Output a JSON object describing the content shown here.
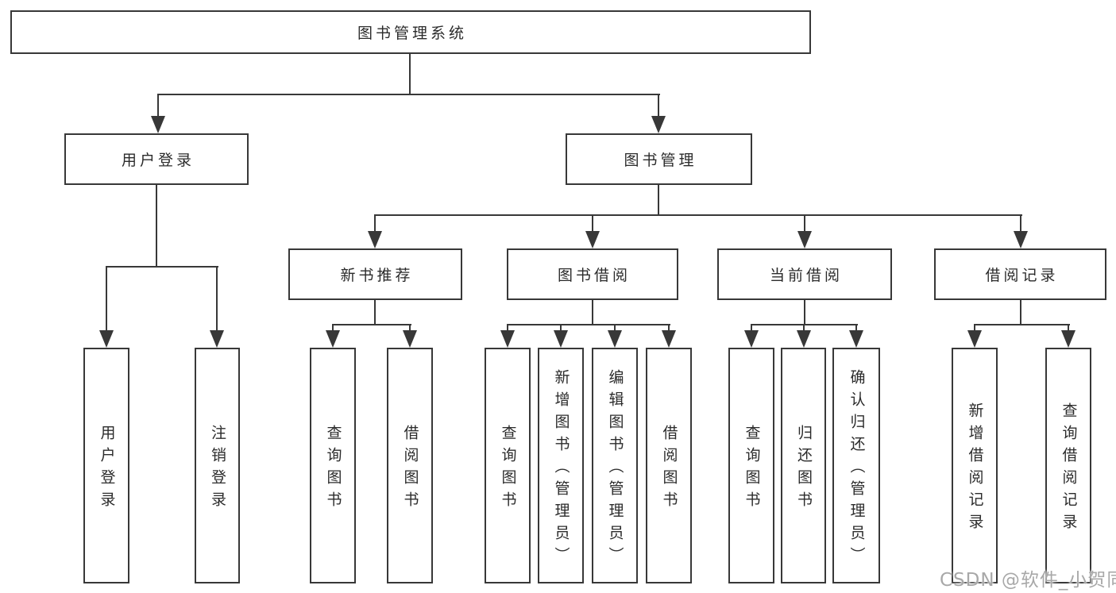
{
  "diagram": {
    "root": {
      "label": "图书管理系统",
      "children": [
        {
          "label": "用户登录",
          "children": [
            {
              "label": "用户登录"
            },
            {
              "label": "注销登录"
            }
          ]
        },
        {
          "label": "图书管理",
          "children": [
            {
              "label": "新书推荐",
              "children": [
                {
                  "label": "查询图书"
                },
                {
                  "label": "借阅图书"
                }
              ]
            },
            {
              "label": "图书借阅",
              "children": [
                {
                  "label": "查询图书"
                },
                {
                  "label": "新增图书（管理员）"
                },
                {
                  "label": "编辑图书（管理员）"
                },
                {
                  "label": "借阅图书"
                }
              ]
            },
            {
              "label": "当前借阅",
              "children": [
                {
                  "label": "查询图书"
                },
                {
                  "label": "归还图书"
                },
                {
                  "label": "确认归还（管理员）"
                }
              ]
            },
            {
              "label": "借阅记录",
              "children": [
                {
                  "label": "新增借阅记录"
                },
                {
                  "label": "查询借阅记录"
                }
              ]
            }
          ]
        }
      ]
    },
    "colors": {
      "line": "#383838",
      "text": "#2b2b2b",
      "watermark": "#a8a8a8",
      "background": "#ffffff"
    }
  },
  "watermark": {
    "text": "CSDN @软件_小贺同学"
  }
}
